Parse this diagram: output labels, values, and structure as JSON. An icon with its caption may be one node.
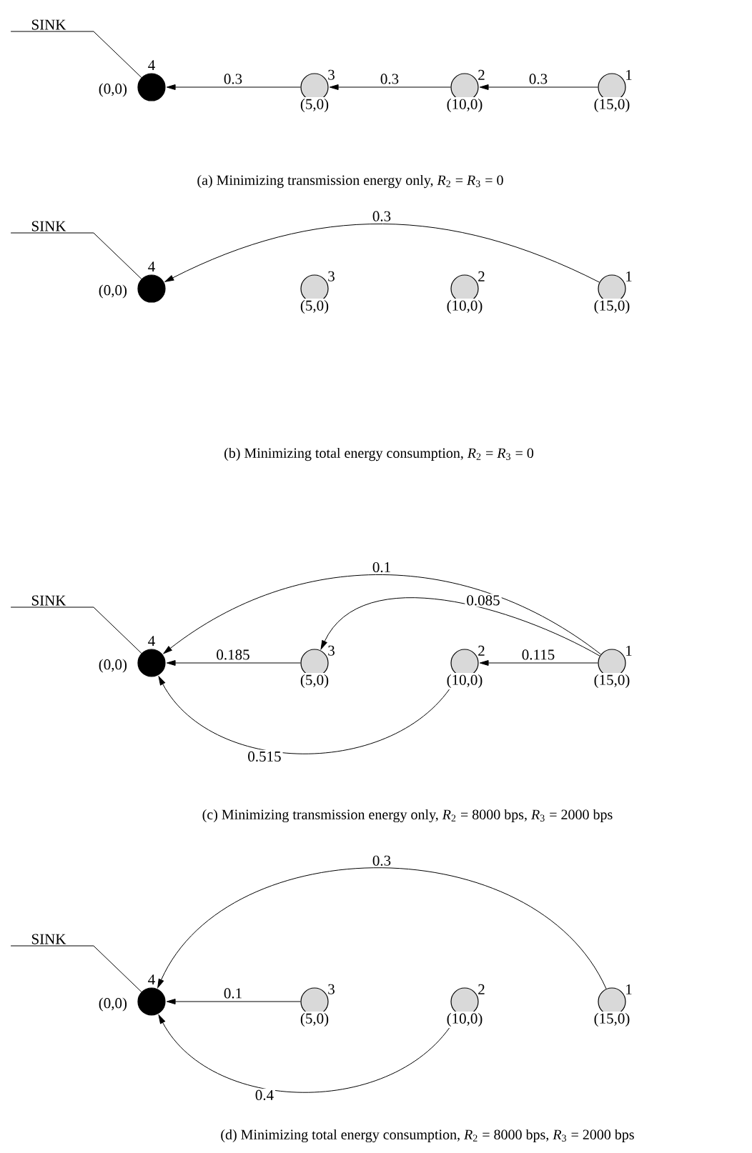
{
  "diagram": {
    "nodes": [
      {
        "text": [
          "SINK"
        ]
      },
      {
        "text": [],
        "shape": "circle",
        "beside": [
          "4",
          "(0,0)"
        ]
      },
      {
        "text": [],
        "shape": "circle",
        "beside": [
          "3",
          "(5,0)"
        ]
      },
      {
        "text": [],
        "shape": "circle",
        "beside": [
          "2",
          "(10,0)"
        ]
      },
      {
        "text": [],
        "shape": "circle",
        "beside": [
          "1",
          "(15,0)"
        ]
      },
      {
        "text": [
          "SINK"
        ]
      },
      {
        "text": [],
        "shape": "circle",
        "beside": [
          "4",
          "(0,0)"
        ]
      },
      {
        "text": [],
        "shape": "circle",
        "beside": [
          "3",
          "(5,0)"
        ]
      },
      {
        "text": [],
        "shape": "circle",
        "beside": [
          "2",
          "(10,0)"
        ]
      },
      {
        "text": [],
        "shape": "circle",
        "beside": [
          "1",
          "(15,0)"
        ]
      },
      {
        "text": [
          "SINK"
        ]
      },
      {
        "text": [],
        "shape": "circle",
        "beside": [
          "4",
          "(0,0)"
        ]
      },
      {
        "text": [],
        "shape": "circle",
        "beside": [
          "3",
          "(5,0)"
        ]
      },
      {
        "text": [],
        "shape": "circle",
        "beside": [
          "2",
          "(10,0)"
        ]
      },
      {
        "text": [],
        "shape": "circle",
        "beside": [
          "1",
          "(15,0)"
        ]
      },
      {
        "text": [
          "SINK"
        ]
      },
      {
        "text": [],
        "shape": "circle",
        "beside": [
          "4",
          "(0,0)"
        ]
      },
      {
        "text": [],
        "shape": "circle",
        "beside": [
          "3",
          "(5,0)"
        ]
      },
      {
        "text": [],
        "shape": "circle",
        "beside": [
          "2",
          "(10,0)"
        ]
      },
      {
        "text": [],
        "shape": "circle",
        "beside": [
          "1",
          "(15,0)"
        ]
      }
    ],
    "edges": [
      {
        "from": 0,
        "to": 1,
        "arrow": "none"
      },
      {
        "from": 4,
        "to": 3,
        "arrow": "to",
        "label": "0.3"
      },
      {
        "from": 3,
        "to": 2,
        "arrow": "to",
        "label": "0.3"
      },
      {
        "from": 2,
        "to": 1,
        "arrow": "to",
        "label": "0.3"
      },
      {
        "from": 5,
        "to": 6,
        "arrow": "none"
      },
      {
        "from": 9,
        "to": 6,
        "arrow": "to",
        "label": "0.3"
      },
      {
        "from": 10,
        "to": 11,
        "arrow": "none"
      },
      {
        "from": 14,
        "to": 11,
        "arrow": "to",
        "label": "0.1"
      },
      {
        "from": 14,
        "to": 12,
        "arrow": "to",
        "label": "0.085"
      },
      {
        "from": 12,
        "to": 11,
        "arrow": "to",
        "label": "0.185"
      },
      {
        "from": 14,
        "to": 13,
        "arrow": "to",
        "label": "0.115"
      },
      {
        "from": 13,
        "to": 11,
        "arrow": "to",
        "label": "0.515"
      },
      {
        "from": 15,
        "to": 16,
        "arrow": "none"
      },
      {
        "from": 19,
        "to": 16,
        "arrow": "to",
        "label": "0.3"
      },
      {
        "from": 17,
        "to": 16,
        "arrow": "to",
        "label": "0.1"
      },
      {
        "from": 18,
        "to": 16,
        "arrow": "to",
        "label": "0.4"
      }
    ],
    "labels": [
      "(a) Minimizing transmission energy only, *R*$_{2}$ = *R*$_{3}$ = 0",
      "(b) Minimizing total energy consumption, *R*$_{2}$ = *R*$_{3}$ = 0",
      "(c) Minimizing transmission energy only, *R*$_{2}$ = 8000 bps, *R*$_{3}$ = 2000 bps",
      "(d) Minimizing total energy consumption, *R*$_{2}$ = 8000 bps, *R*$_{3}$ = 2000 bps"
    ]
  }
}
